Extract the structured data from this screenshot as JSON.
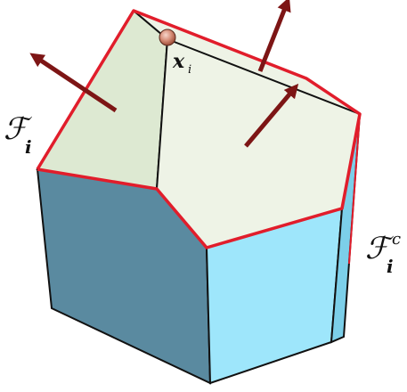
{
  "labels": {
    "region": "ℱ",
    "region_sub": "i",
    "complement": "ℱ",
    "complement_sub": "i",
    "complement_sup": "c",
    "point": "x",
    "point_sub": "i"
  },
  "colors": {
    "face_top_left": "#dde9d2",
    "face_top_right": "#eef3e6",
    "face_side_dark": "#5a8aa0",
    "face_side_light": "#9ee6fb",
    "face_side_right": "#7ccfe9",
    "edge": "#111111",
    "boundary": "#e11d2b",
    "arrow": "#7d1515",
    "point_fill": "#c87b64"
  }
}
